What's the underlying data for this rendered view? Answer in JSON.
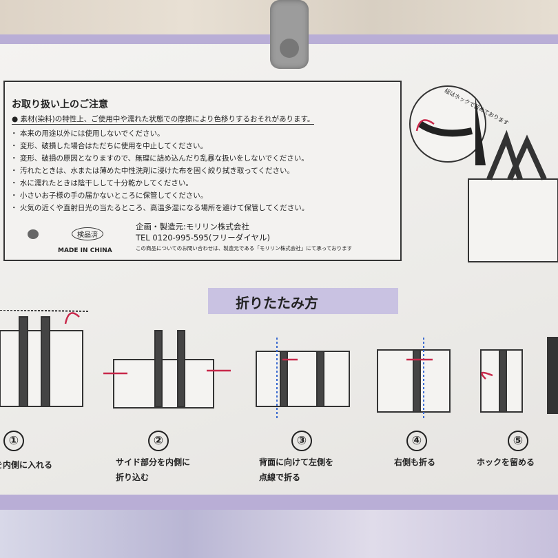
{
  "notice": {
    "title": "お取り扱い上のご注意",
    "warning": "● 素材(染料)の特性上、ご使用中や濡れた状態での摩擦により色移りするおそれがあります。",
    "items": [
      "・ 本来の用途以外には使用しないでください。",
      "・ 変形、破損した場合はただちに使用を中止してください。",
      "・ 変形、破損の原因となりますので、無理に詰め込んだり乱暴な扱いをしないでください。",
      "・ 汚れたときは、水または薄めた中性洗剤に浸けた布を固く絞り拭き取ってください。",
      "・ 水に濡れたときは陰干しして十分乾かしてください。",
      "・ 小さいお子様の手の届かないところに保管してください。",
      "・ 火気の近くや直射日光の当たるところ、高温多湿になる場所を避けて保管してください。"
    ],
    "inspected": "検品済",
    "made_in": "MADE IN CHINA",
    "maker": "企画・製造元:モリリン株式会社",
    "tel": "TEL 0120-995-595(フリーダイヤル)",
    "inquiry": "この商品についてのお問い合わせは、製造元である「モリリン株式会社」にて承っております"
  },
  "hook_note": "紐はホックで留めております",
  "howto_title": "折りたたみ方",
  "steps": [
    {
      "num": "①",
      "caption": "を内側に入れる"
    },
    {
      "num": "②",
      "caption": "サイド部分を内側に\n折り込む"
    },
    {
      "num": "③",
      "caption": "背面に向けて左側を\n点線で折る"
    },
    {
      "num": "④",
      "caption": "右側も折る"
    },
    {
      "num": "⑤",
      "caption": "ホックを留める"
    }
  ],
  "colors": {
    "accent": "#c9c2e2",
    "arrow": "#c8284a",
    "border": "#b9aed6"
  }
}
